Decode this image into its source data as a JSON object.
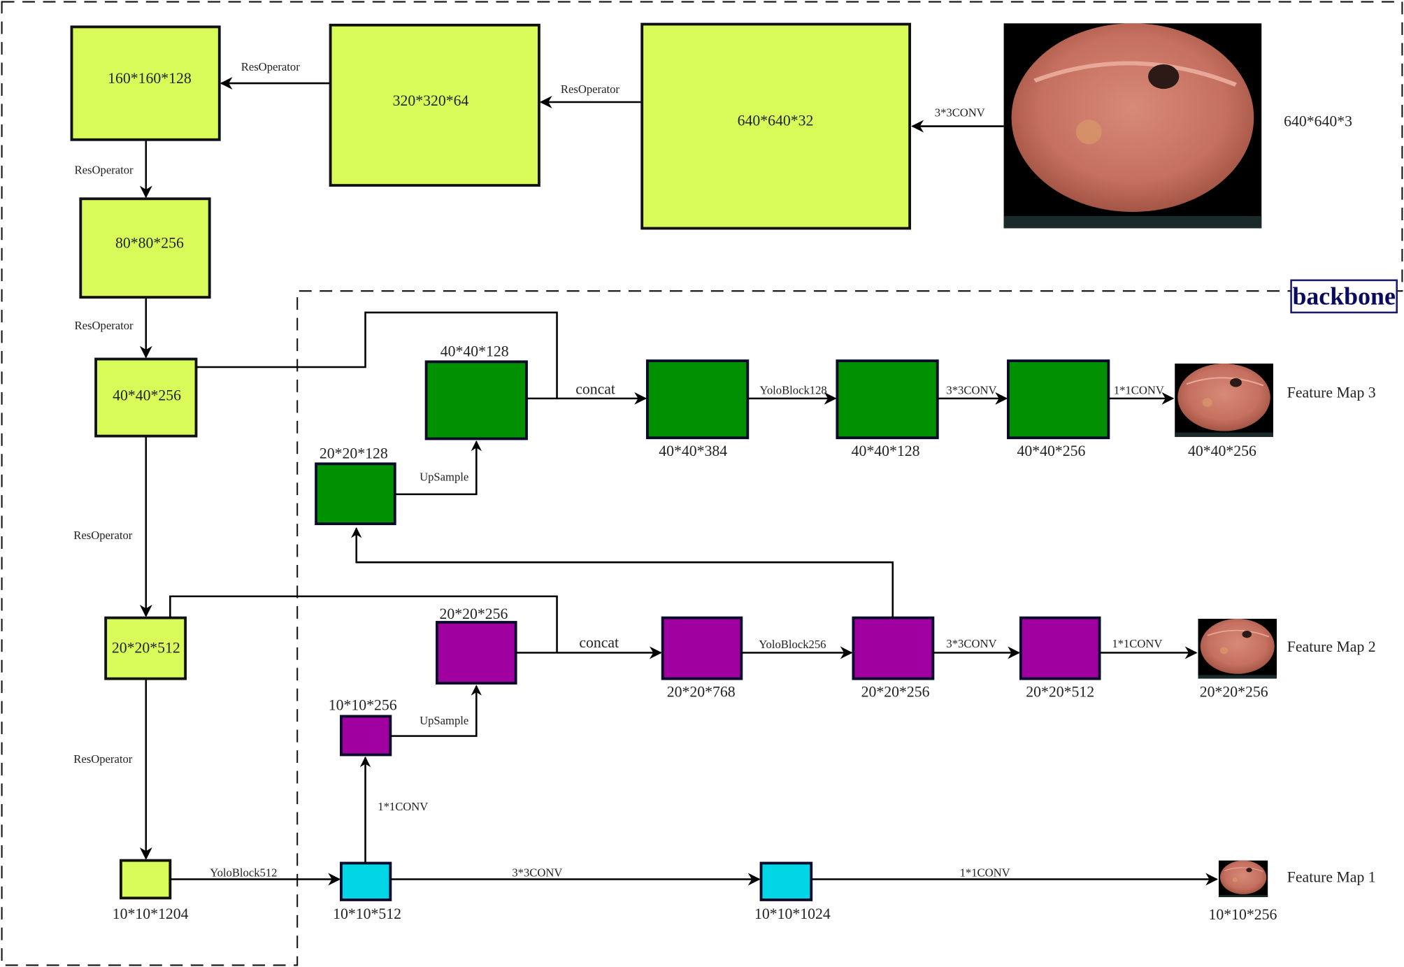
{
  "backbone_label": "backbone",
  "input": {
    "label": "640*640*3"
  },
  "backbone_nodes": [
    "640*640*32",
    "320*320*64",
    "160*160*128",
    "80*80*256",
    "40*40*256",
    "20*20*512",
    "10*10*1204"
  ],
  "backbone_edges": {
    "conv": "3*3CONV",
    "res": "ResOperator"
  },
  "branch1": {
    "edge_in": "YoloBlock512",
    "n1": "10*10*512",
    "e1": "3*3CONV",
    "n2": "10*10*1024",
    "e2": "1*1CONV",
    "out": "10*10*256",
    "title": "Feature Map 1",
    "up_conv": "1*1CONV"
  },
  "branch2": {
    "up_node": "10*10*256",
    "upsample": "UpSample",
    "n0": "20*20*256",
    "concat": "concat",
    "n1": "20*20*768",
    "e1": "YoloBlock256",
    "n2": "20*20*256",
    "e2": "3*3CONV",
    "n3": "20*20*512",
    "e3": "1*1CONV",
    "out": "20*20*256",
    "title": "Feature Map 2"
  },
  "branch3": {
    "up_node": "20*20*128",
    "upsample": "UpSample",
    "n0": "40*40*128",
    "concat": "concat",
    "n1": "40*40*384",
    "e1": "YoloBlock128",
    "n2": "40*40*128",
    "e2": "3*3CONV",
    "n3": "40*40*256",
    "e3": "1*1CONV",
    "out": "40*40*256",
    "title": "Feature Map 3"
  },
  "colors": {
    "backbone": "#d9fb5a",
    "scale3": "#009000",
    "scale2": "#a0009f",
    "scale1": "#00d6e6"
  }
}
